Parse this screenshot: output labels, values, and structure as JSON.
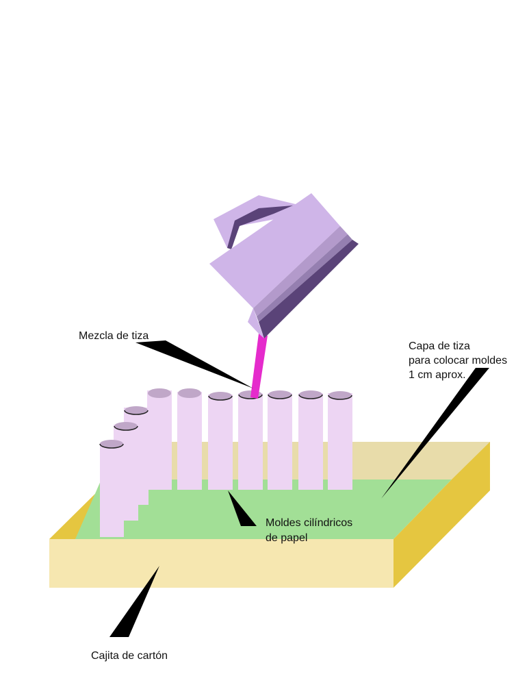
{
  "labels": {
    "mezcla": "Mezcla de tiza",
    "capa_line1": "Capa de tiza",
    "capa_line2": "para colocar moldes",
    "capa_line3": "1 cm aprox.",
    "moldes_line1": "Moldes cilíndricos",
    "moldes_line2": "de papel",
    "cajita": "Cajita de cartón"
  },
  "colors": {
    "box_front": "#f6e7b0",
    "box_side": "#e5c640",
    "box_back": "#e8dcaa",
    "chalk_layer": "#a2df96",
    "mold_body": "#edd5f3",
    "mold_top": "#c0a7c8",
    "jug_body": "#cfb5e8",
    "jug_dark": "#5a4378",
    "pour_stream": "#e52bcc",
    "pointer": "#000000"
  },
  "icons": {
    "jug": "pitcher-icon"
  }
}
